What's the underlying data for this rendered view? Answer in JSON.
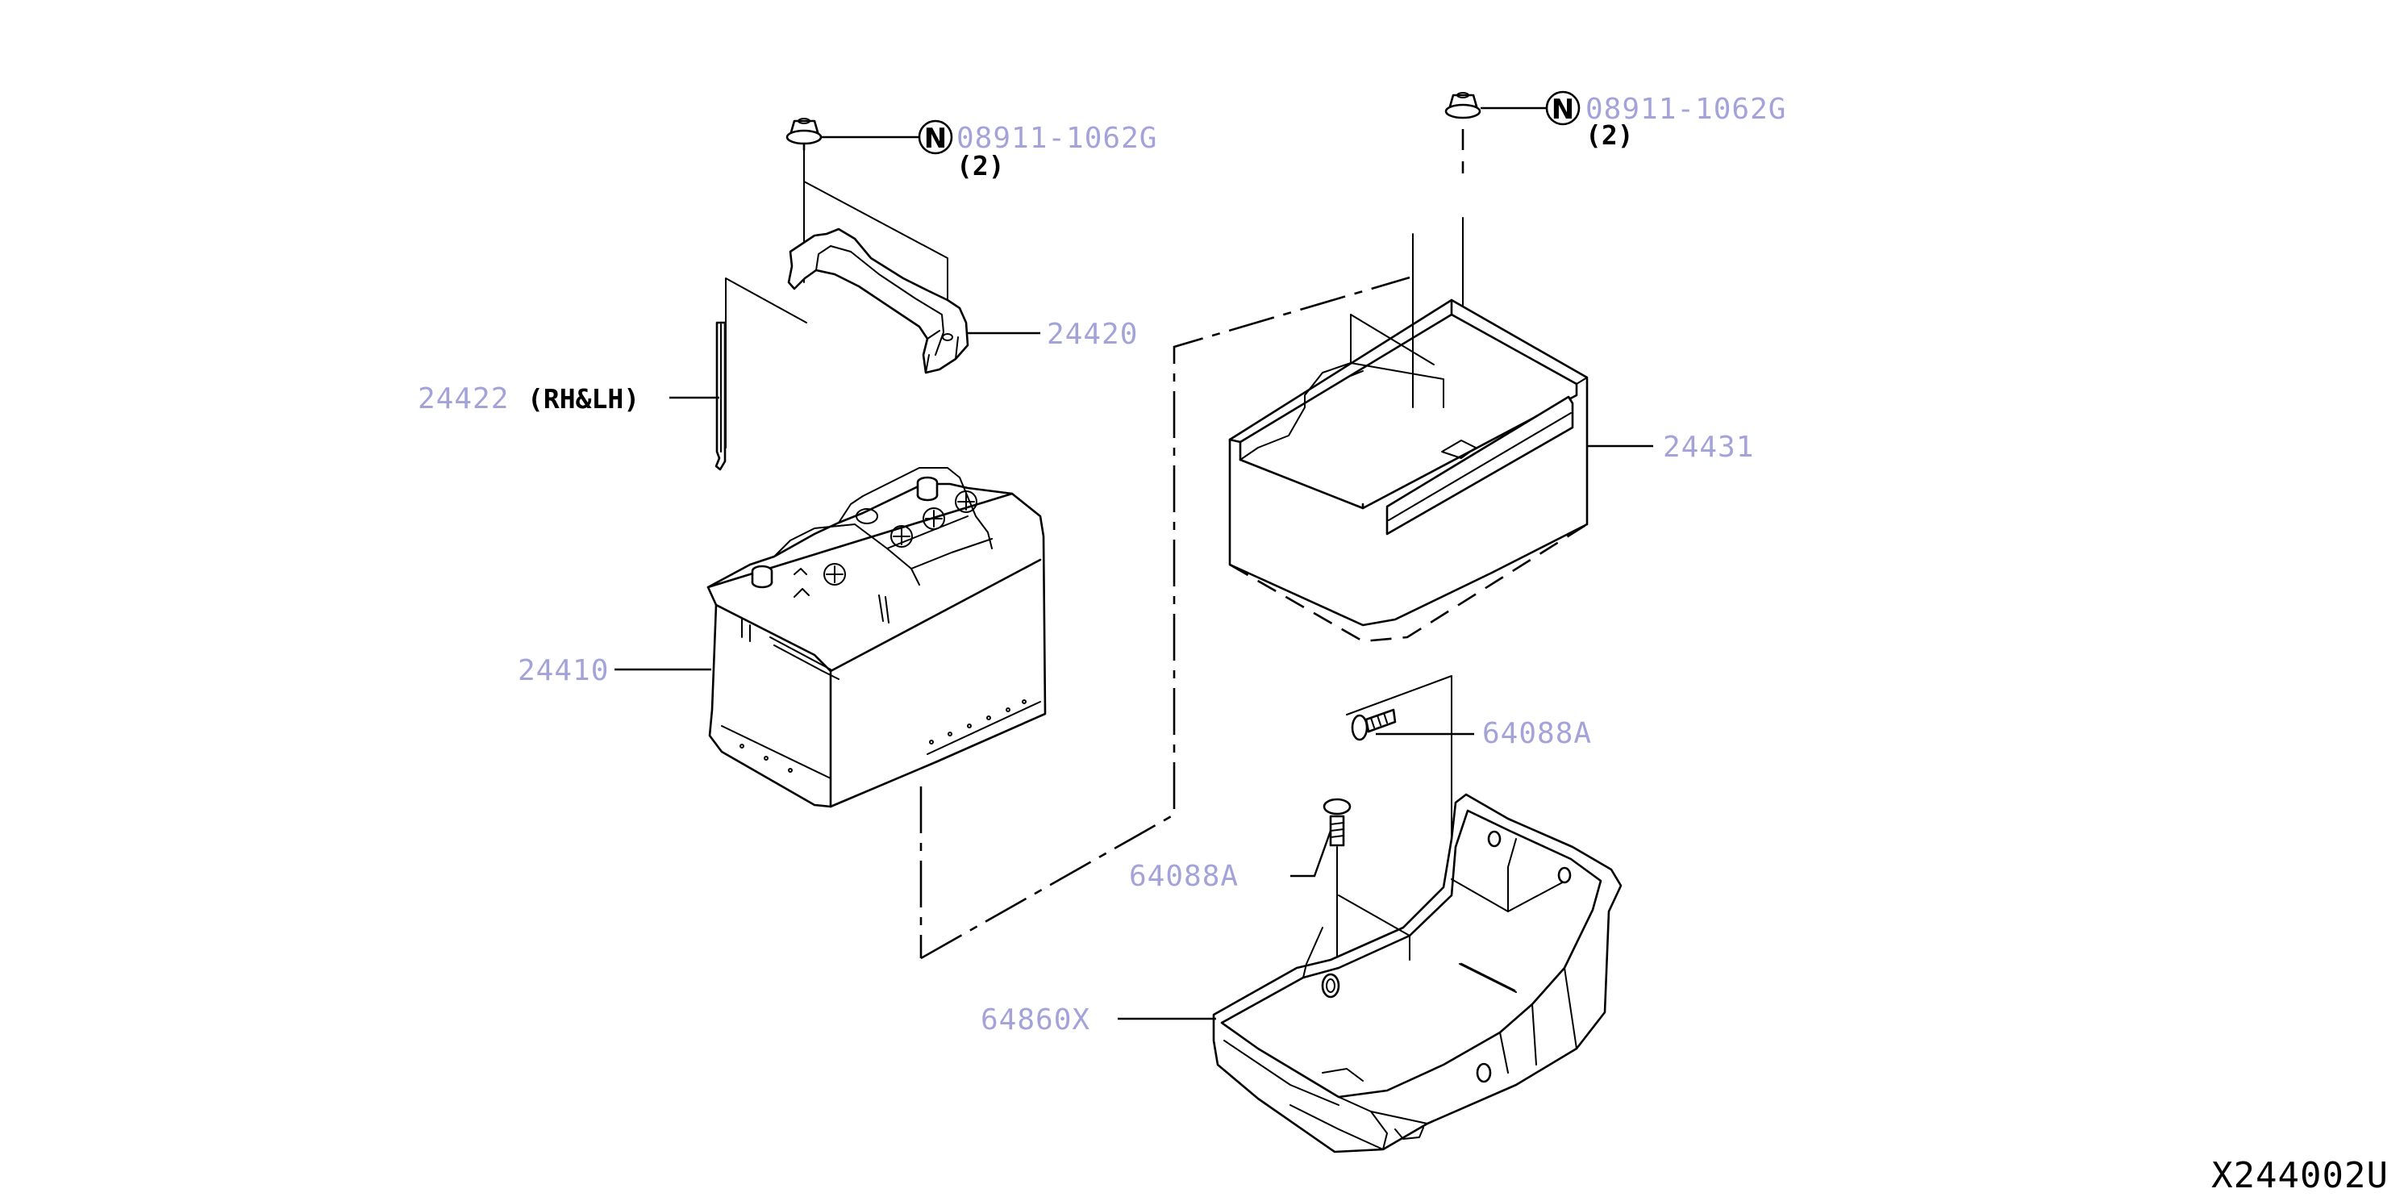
{
  "diagram": {
    "id_code": "X244002U",
    "parts": {
      "nut_left": "08911-1062G",
      "nut_left_qty": "(2)",
      "nut_right": "08911-1062G",
      "nut_right_qty": "(2)",
      "hold_down_frame": "24420",
      "hold_down_rod": "24422",
      "hold_down_rod_note": "(RH&LH)",
      "battery": "24410",
      "battery_box": "24431",
      "bolt_upper": "64088A",
      "bolt_lower": "64088A",
      "battery_tray": "64860X"
    },
    "symbols": {
      "nut_left_marker": "N",
      "nut_right_marker": "N"
    }
  }
}
